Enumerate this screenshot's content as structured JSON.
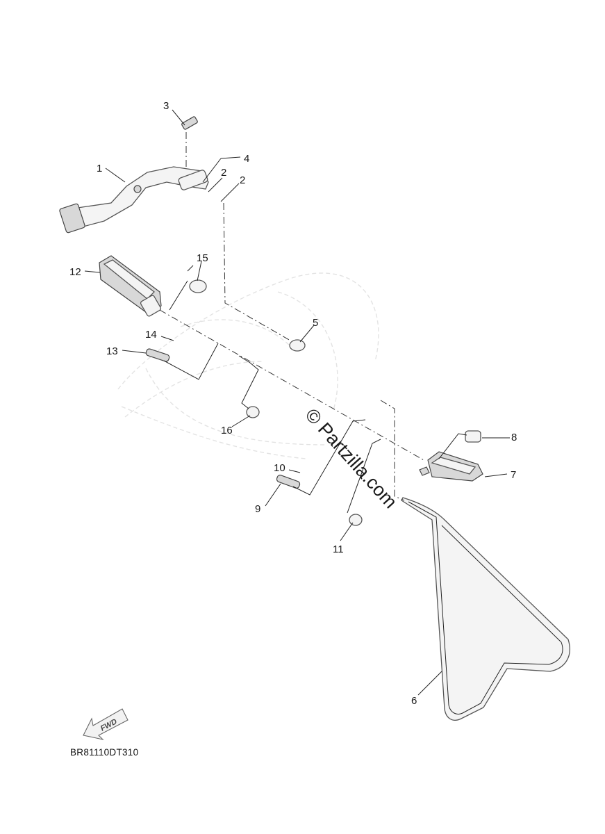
{
  "diagram": {
    "drawing_code": "BR81110DT310",
    "watermark": "© Partzilla.com",
    "direction_arrow": "FWD",
    "callouts": [
      "1",
      "2",
      "2",
      "3",
      "4",
      "5",
      "6",
      "7",
      "8",
      "9",
      "10",
      "11",
      "12",
      "13",
      "14",
      "15",
      "16"
    ]
  }
}
